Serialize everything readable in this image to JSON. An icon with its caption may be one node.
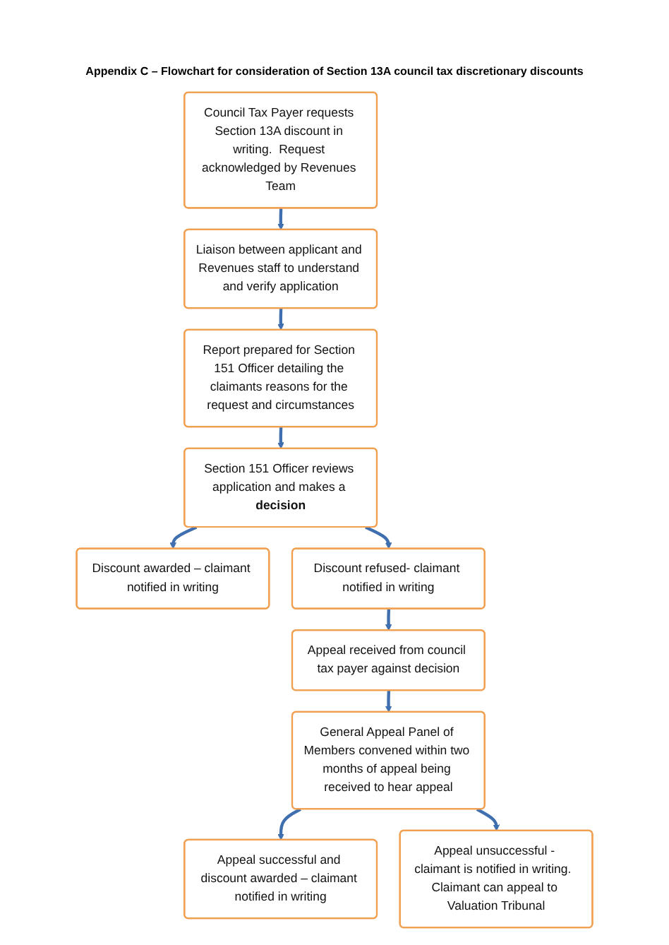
{
  "diagram": {
    "title": "Appendix C – Flowchart for consideration of Section 13A council tax discretionary discounts",
    "nodes": [
      {
        "text": [
          "Council Tax Payer requests Section 13A discount in writing.  Request acknowledged by Revenues Team"
        ]
      },
      {
        "text": [
          "Liaison between applicant and Revenues staff to understand and verify application"
        ]
      },
      {
        "text": [
          "Report prepared for Section 151 Officer detailing the claimants reasons for the request and circumstances"
        ]
      },
      {
        "text": [
          "Section 151 Officer reviews application and makes a **decision**"
        ]
      },
      {
        "text": [
          "Discount awarded – claimant notified in writing"
        ]
      },
      {
        "text": [
          "Discount refused- claimant notified in writing"
        ]
      },
      {
        "text": [
          "Appeal received from council tax payer against decision"
        ]
      },
      {
        "text": [
          "General Appeal Panel of Members convened within two months of appeal being received to hear appeal"
        ]
      },
      {
        "text": [
          "Appeal successful and discount awarded – claimant notified in writing"
        ]
      },
      {
        "text": [
          "Appeal unsuccessful - claimant is notified in writing.  Claimant can appeal to Valuation Tribunal"
        ]
      }
    ],
    "edges": [
      {
        "from": 0,
        "to": 1,
        "arrow": "to"
      },
      {
        "from": 1,
        "to": 2,
        "arrow": "to"
      },
      {
        "from": 2,
        "to": 3,
        "arrow": "to"
      },
      {
        "from": 3,
        "to": 4,
        "arrow": "to"
      },
      {
        "from": 3,
        "to": 5,
        "arrow": "to"
      },
      {
        "from": 5,
        "to": 6,
        "arrow": "to"
      },
      {
        "from": 6,
        "to": 7,
        "arrow": "to"
      },
      {
        "from": 7,
        "to": 8,
        "arrow": "to"
      },
      {
        "from": 7,
        "to": 9,
        "arrow": "to"
      }
    ]
  }
}
